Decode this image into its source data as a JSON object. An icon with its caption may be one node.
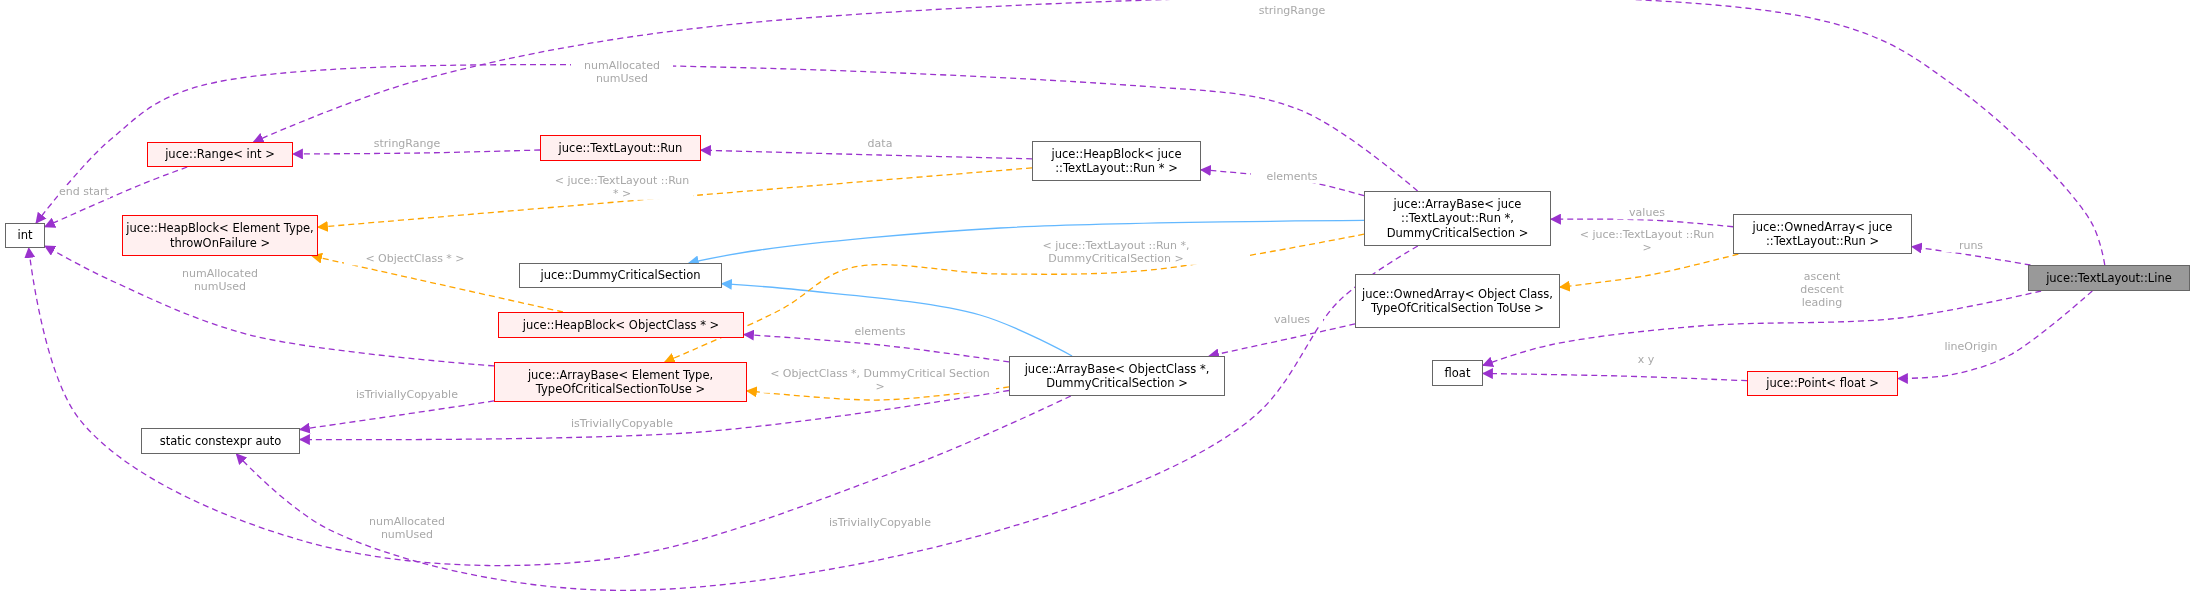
{
  "diagram": {
    "nodes": [
      {
        "text": [
          "int"
        ]
      },
      {
        "text": [
          "juce::Range< int >"
        ]
      },
      {
        "text": [
          "juce::TextLayout::Run"
        ]
      },
      {
        "text": [
          "juce::HeapBlock< Element Type, throwOnFailure >"
        ]
      },
      {
        "text": [
          "juce::DummyCriticalSection"
        ]
      },
      {
        "text": [
          "juce::HeapBlock< ObjectClass * >"
        ]
      },
      {
        "text": [
          "juce::ArrayBase< Element Type, TypeOfCriticalSectionToUse >"
        ]
      },
      {
        "text": [
          "static constexpr auto"
        ]
      },
      {
        "text": [
          "juce::HeapBlock< juce ::TextLayout::Run * >"
        ]
      },
      {
        "text": [
          "juce::ArrayBase< juce ::TextLayout::Run *, DummyCriticalSection >"
        ]
      },
      {
        "text": [
          "juce::ArrayBase< ObjectClass *, DummyCriticalSection >"
        ]
      },
      {
        "text": [
          "juce::OwnedArray< Object Class, TypeOfCriticalSection ToUse >"
        ]
      },
      {
        "text": [
          "juce::OwnedArray< juce ::TextLayout::Run >"
        ]
      },
      {
        "text": [
          "float"
        ]
      },
      {
        "text": [
          "juce::Point< float >"
        ]
      },
      {
        "text": [
          "juce::TextLayout::Line"
        ]
      }
    ],
    "edges": [
      {
        "from": 15,
        "to": 1,
        "arrow": "to",
        "label": "stringRange",
        "style": "dashed"
      },
      {
        "from": 9,
        "to": 0,
        "arrow": "to",
        "label": "numAllocated numUsed",
        "style": "dashed"
      },
      {
        "from": 2,
        "to": 1,
        "arrow": "to",
        "label": "stringRange",
        "style": "dashed"
      },
      {
        "from": 1,
        "to": 0,
        "arrow": "to",
        "label": "end start",
        "style": "dashed"
      },
      {
        "from": 8,
        "to": 2,
        "arrow": "to",
        "label": "data",
        "style": "dashed"
      },
      {
        "from": 8,
        "to": 3,
        "arrow": "to",
        "label": "< juce::TextLayout ::Run * >",
        "style": "dashed",
        "color": "#ffa500"
      },
      {
        "from": 9,
        "to": 8,
        "arrow": "to",
        "label": "elements",
        "style": "dashed"
      },
      {
        "from": 9,
        "to": 4,
        "arrow": "to",
        "color": "#63b8ff"
      },
      {
        "from": 10,
        "to": 4,
        "arrow": "to",
        "color": "#63b8ff"
      },
      {
        "from": 9,
        "to": 6,
        "arrow": "to",
        "label": "< juce::TextLayout ::Run *, DummyCriticalSection >",
        "style": "dashed",
        "color": "#ffa500"
      },
      {
        "from": 5,
        "to": 3,
        "arrow": "to",
        "label": "< ObjectClass * >",
        "style": "dashed",
        "color": "#ffa500"
      },
      {
        "from": 6,
        "to": 0,
        "arrow": "to",
        "label": "numAllocated numUsed",
        "style": "dashed"
      },
      {
        "from": 10,
        "to": 5,
        "arrow": "to",
        "label": "elements",
        "style": "dashed"
      },
      {
        "from": 10,
        "to": 6,
        "arrow": "to",
        "label": "< ObjectClass *, DummyCritical Section >",
        "style": "dashed",
        "color": "#ffa500"
      },
      {
        "from": 6,
        "to": 7,
        "arrow": "to",
        "label": "isTriviallyCopyable",
        "style": "dashed"
      },
      {
        "from": 10,
        "to": 7,
        "arrow": "to",
        "label": "isTriviallyCopyable",
        "style": "dashed"
      },
      {
        "from": 10,
        "to": 0,
        "arrow": "to",
        "label": "numAllocated numUsed",
        "style": "dashed"
      },
      {
        "from": 9,
        "to": 7,
        "arrow": "to",
        "label": "isTriviallyCopyable",
        "style": "dashed"
      },
      {
        "from": 12,
        "to": 9,
        "arrow": "to",
        "label": "values",
        "style": "dashed"
      },
      {
        "from": 12,
        "to": 11,
        "arrow": "to",
        "label": "< juce::TextLayout ::Run >",
        "style": "dashed",
        "color": "#ffa500"
      },
      {
        "from": 11,
        "to": 10,
        "arrow": "to",
        "label": "values",
        "style": "dashed"
      },
      {
        "from": 15,
        "to": 12,
        "arrow": "to",
        "label": "runs",
        "style": "dashed"
      },
      {
        "from": 15,
        "to": 13,
        "arrow": "to",
        "label": "ascent descent leading",
        "style": "dashed"
      },
      {
        "from": 15,
        "to": 14,
        "arrow": "to",
        "label": "lineOrigin",
        "style": "dashed"
      },
      {
        "from": 14,
        "to": 13,
        "arrow": "to",
        "label": "x y",
        "style": "dashed"
      }
    ]
  }
}
